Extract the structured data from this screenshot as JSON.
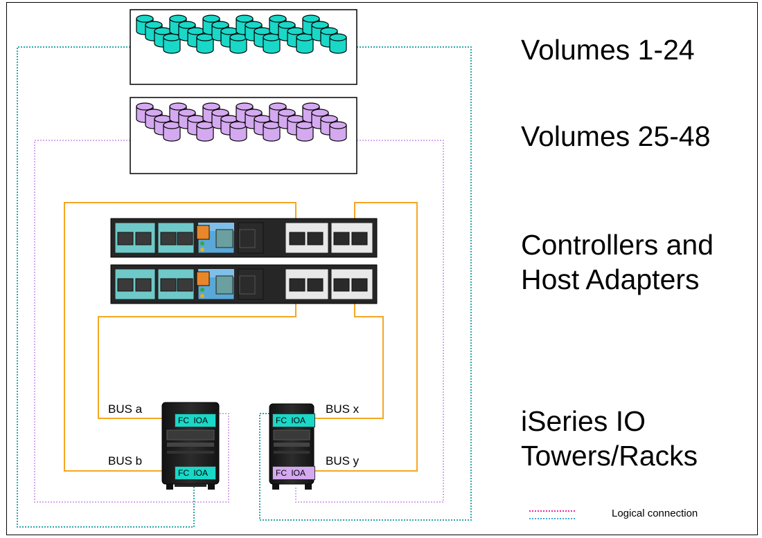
{
  "labels": {
    "volumes_1": "Volumes 1-24",
    "volumes_2": "Volumes 25-48",
    "controllers_line1": "Controllers and",
    "controllers_line2": "Host Adapters",
    "iseries_line1": "iSeries IO",
    "iseries_line2": "Towers/Racks"
  },
  "buses": {
    "a": "BUS a",
    "b": "BUS b",
    "x": "BUS x",
    "y": "BUS y"
  },
  "ioa_label": "FC IOA",
  "legend": {
    "text": "Logical connection",
    "colors": [
      "#e8259a",
      "#3ea9d8"
    ]
  },
  "colors": {
    "volume_group_1": "#19d8c8",
    "volume_group_2": "#d4a9f0",
    "physical_cable": "#f5a623",
    "logical_teal": "#2aa6a8",
    "logical_purple": "#d8a8ec",
    "ioa_teal": "#19d8c8",
    "ioa_purple": "#d4a9f0"
  }
}
